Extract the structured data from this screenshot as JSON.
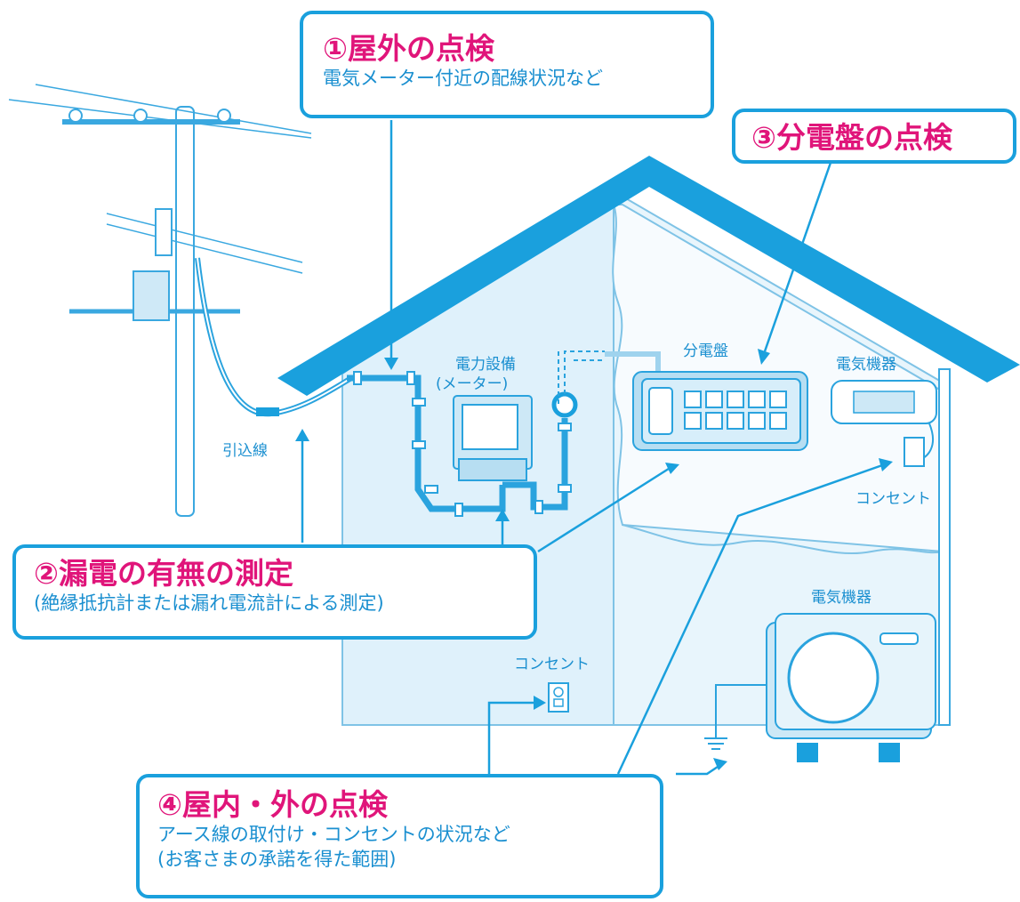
{
  "callouts": {
    "outdoor": {
      "title": "①屋外の点検",
      "sub": "電気メーター付近の配線状況など"
    },
    "leakage": {
      "title": "②漏電の有無の測定",
      "sub": "(絶縁抵抗計または漏れ電流計による測定)"
    },
    "panel": {
      "title": "③分電盤の点検"
    },
    "indoor": {
      "title": "④屋内・外の点検",
      "sub1": "アース線の取付け・コンセントの状況など",
      "sub2": "(お客さまの承諾を得た範囲)"
    }
  },
  "labels": {
    "service_line": "引込線",
    "meter_line1": "電力設備",
    "meter_line2": "(メーター)",
    "distribution_board": "分電盤",
    "appliance_upper": "電気機器",
    "outlet_upper": "コンセント",
    "appliance_lower": "電気機器",
    "outlet_lower": "コンセント"
  },
  "colors": {
    "accent_blue": "#1aa0dd",
    "title_magenta": "#e0157a",
    "text_blue": "#1a8fd0",
    "wall_fill": "#dff1fb",
    "line_blue": "#2aa3de"
  }
}
